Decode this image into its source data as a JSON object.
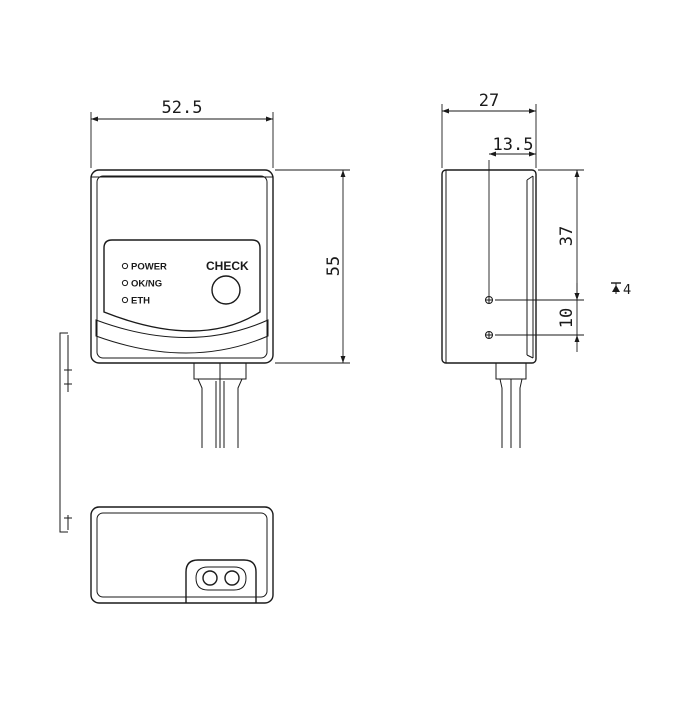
{
  "front_view": {
    "width_dim": "52.5",
    "height_dim": "55",
    "indicators": [
      "POWER",
      "OK/NG",
      "ETH"
    ],
    "check_label": "CHECK"
  },
  "side_view": {
    "depth_dim": "27",
    "hole_offset_dim": "13.5",
    "hole_height_dim": "37",
    "hole_spacing_dim": "10",
    "hole_depth_label": "4"
  }
}
